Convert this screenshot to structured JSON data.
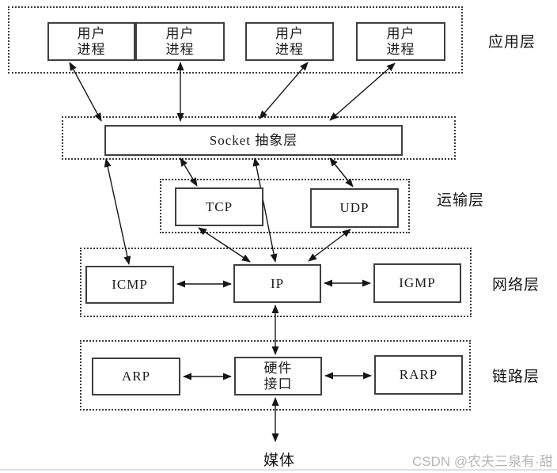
{
  "diagram": {
    "title_implicit": "TCP/IP protocol stack layers",
    "layers": {
      "application": {
        "label": "应用层",
        "boxes": [
          "用户\n进程",
          "用户\n进程",
          "用户\n进程",
          "用户\n进程"
        ]
      },
      "socket": {
        "label": "Socket 抽象层"
      },
      "transport": {
        "label": "运输层",
        "boxes": [
          "TCP",
          "UDP"
        ]
      },
      "network": {
        "label": "网络层",
        "boxes": [
          "ICMP",
          "IP",
          "IGMP"
        ]
      },
      "link": {
        "label": "链路层",
        "boxes": [
          "ARP",
          "硬件\n接口",
          "RARP"
        ]
      },
      "media_label": "媒体"
    },
    "connections": [
      {
        "from": "用户进程#1",
        "to": "Socket 抽象层",
        "bidirectional": true
      },
      {
        "from": "用户进程#2",
        "to": "Socket 抽象层",
        "bidirectional": true
      },
      {
        "from": "用户进程#3",
        "to": "Socket 抽象层",
        "bidirectional": true
      },
      {
        "from": "用户进程#4",
        "to": "Socket 抽象层",
        "bidirectional": true
      },
      {
        "from": "Socket 抽象层",
        "to": "TCP",
        "bidirectional": true
      },
      {
        "from": "Socket 抽象层",
        "to": "UDP",
        "bidirectional": true
      },
      {
        "from": "Socket 抽象层",
        "to": "ICMP",
        "bidirectional": true
      },
      {
        "from": "Socket 抽象层",
        "to": "IP",
        "bidirectional": true
      },
      {
        "from": "TCP",
        "to": "IP",
        "bidirectional": true
      },
      {
        "from": "UDP",
        "to": "IP",
        "bidirectional": true
      },
      {
        "from": "ICMP",
        "to": "IP",
        "bidirectional": true
      },
      {
        "from": "IP",
        "to": "IGMP",
        "bidirectional": true
      },
      {
        "from": "IP",
        "to": "硬件接口",
        "bidirectional": true
      },
      {
        "from": "ARP",
        "to": "硬件接口",
        "bidirectional": true
      },
      {
        "from": "硬件接口",
        "to": "RARP",
        "bidirectional": true
      },
      {
        "from": "硬件接口",
        "to": "媒体",
        "bidirectional": true
      }
    ],
    "colors": {
      "box_border": "#3f3f3f",
      "dashed_border": "#3a3a3a",
      "arrow": "#161616",
      "watermark": "#b6b6b6",
      "bottom_rule": "#d5e2ef",
      "background": "#ffffff"
    }
  },
  "watermark": {
    "text": "CSDN @农夫三泉有·甜"
  }
}
